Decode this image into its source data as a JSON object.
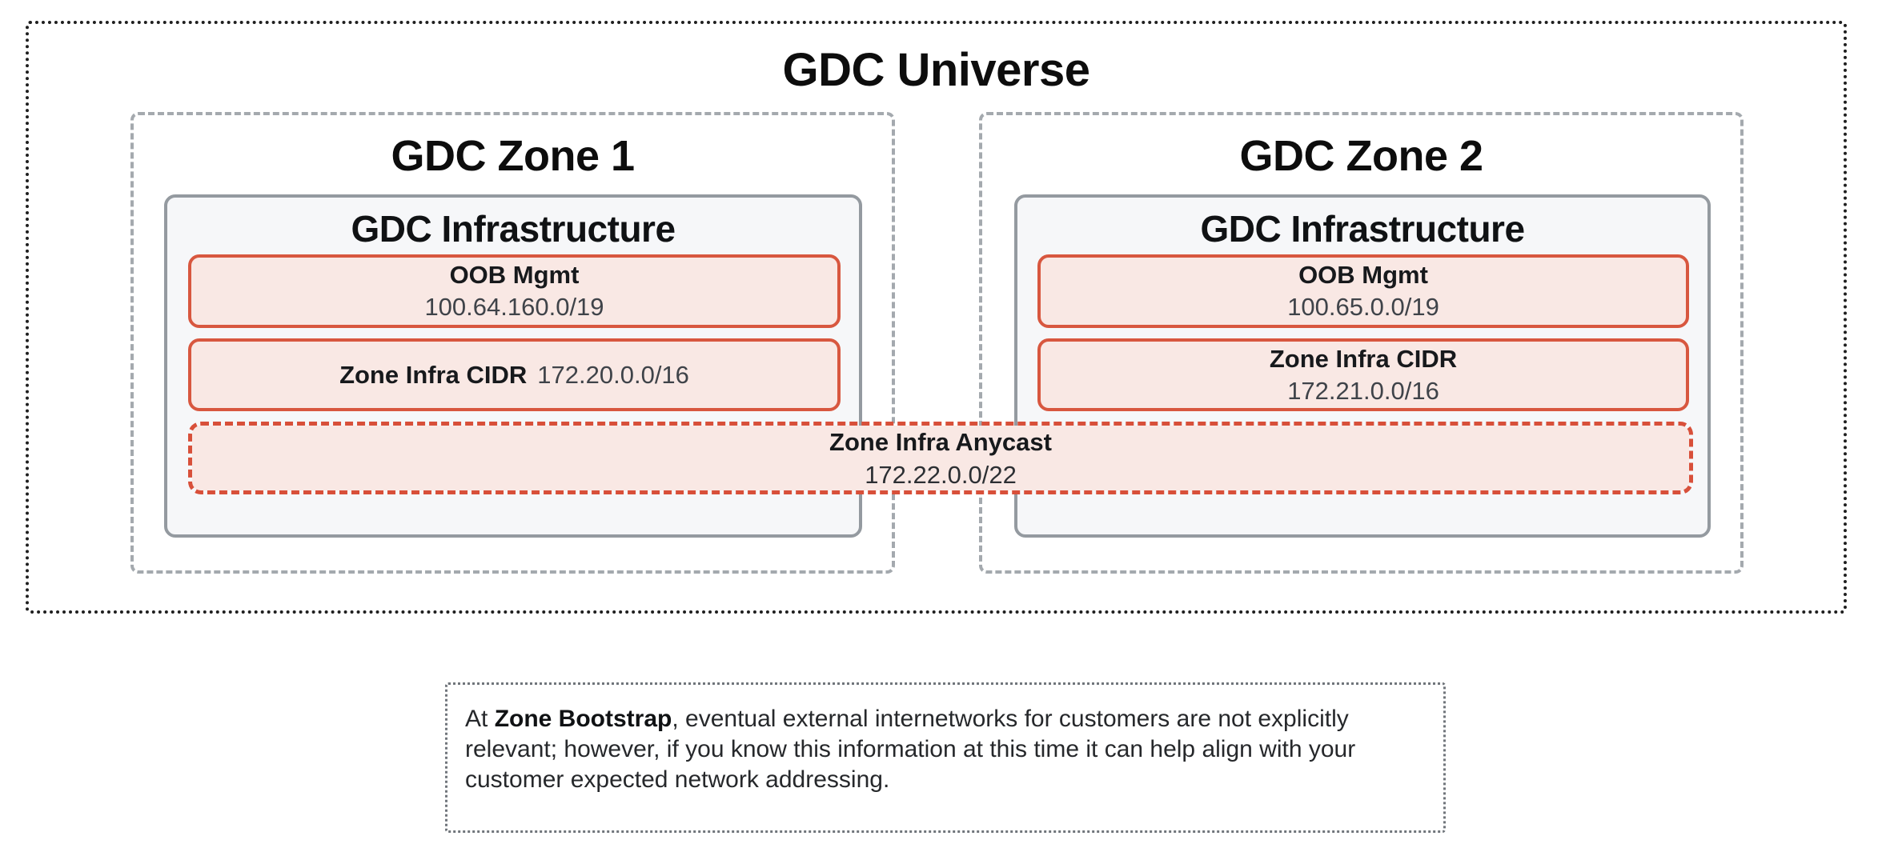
{
  "universe": {
    "title": "GDC Universe",
    "zones": [
      {
        "title": "GDC Zone 1",
        "infrastructure_title": "GDC Infrastructure",
        "oob": {
          "label": "OOB Mgmt",
          "value": "100.64.160.0/19"
        },
        "zone_infra_cidr": {
          "label": "Zone Infra CIDR",
          "value": "172.20.0.0/16"
        }
      },
      {
        "title": "GDC Zone 2",
        "infrastructure_title": "GDC Infrastructure",
        "oob": {
          "label": "OOB Mgmt",
          "value": "100.65.0.0/19"
        },
        "zone_infra_cidr": {
          "label": "Zone Infra CIDR",
          "value": "172.21.0.0/16"
        }
      }
    ],
    "anycast": {
      "label": "Zone Infra Anycast",
      "value": "172.22.0.0/22"
    }
  },
  "note": {
    "prefix": "At ",
    "bold": "Zone Bootstrap",
    "rest": ", eventual external internetworks for customers are not explicitly relevant; however, if you know this information at this time it can help align with your customer expected network addressing."
  },
  "colors": {
    "red_border": "#d8573f",
    "red_fill": "#f9e8e4",
    "gray_border": "#9aa0a6",
    "infra_fill": "#f6f7f9",
    "universe_border": "#1f1f1f"
  }
}
